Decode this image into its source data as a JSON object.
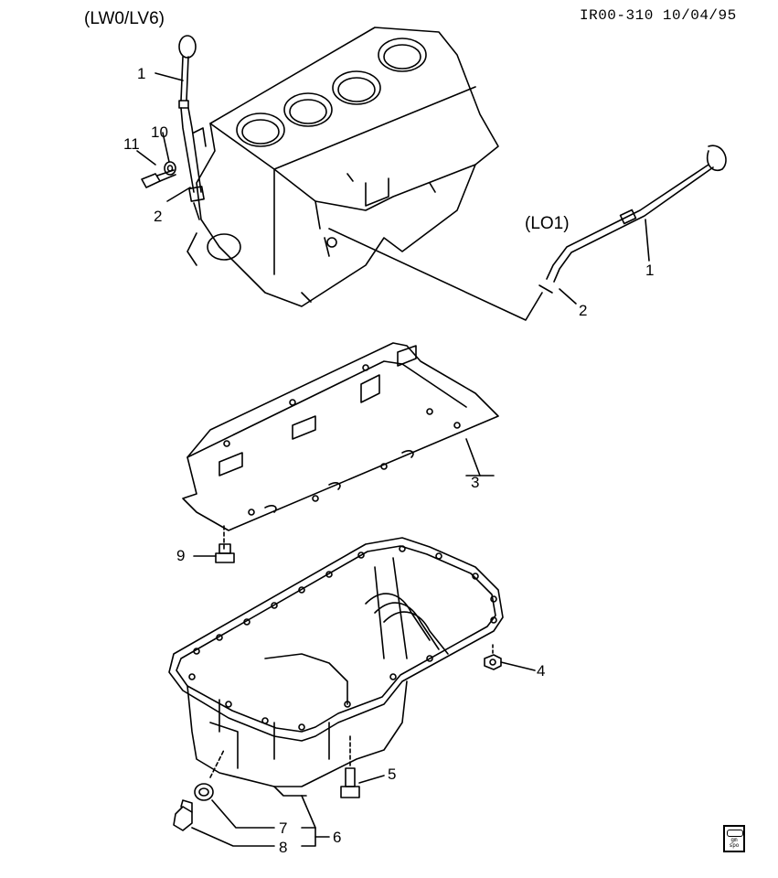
{
  "headers": {
    "variant_top": "(LW0/LV6)",
    "variant_right": "(LO1)",
    "reference": "IR00-310 10/04/95"
  },
  "callouts": {
    "c1_top": "1",
    "c10": "10",
    "c11": "11",
    "c2_top": "2",
    "c1_right": "1",
    "c2_right": "2",
    "c3": "3",
    "c9": "9",
    "c4": "4",
    "c5": "5",
    "c6": "6",
    "c7": "7",
    "c8": "8"
  },
  "logo": {
    "line1": "gm",
    "line2": "spo"
  }
}
